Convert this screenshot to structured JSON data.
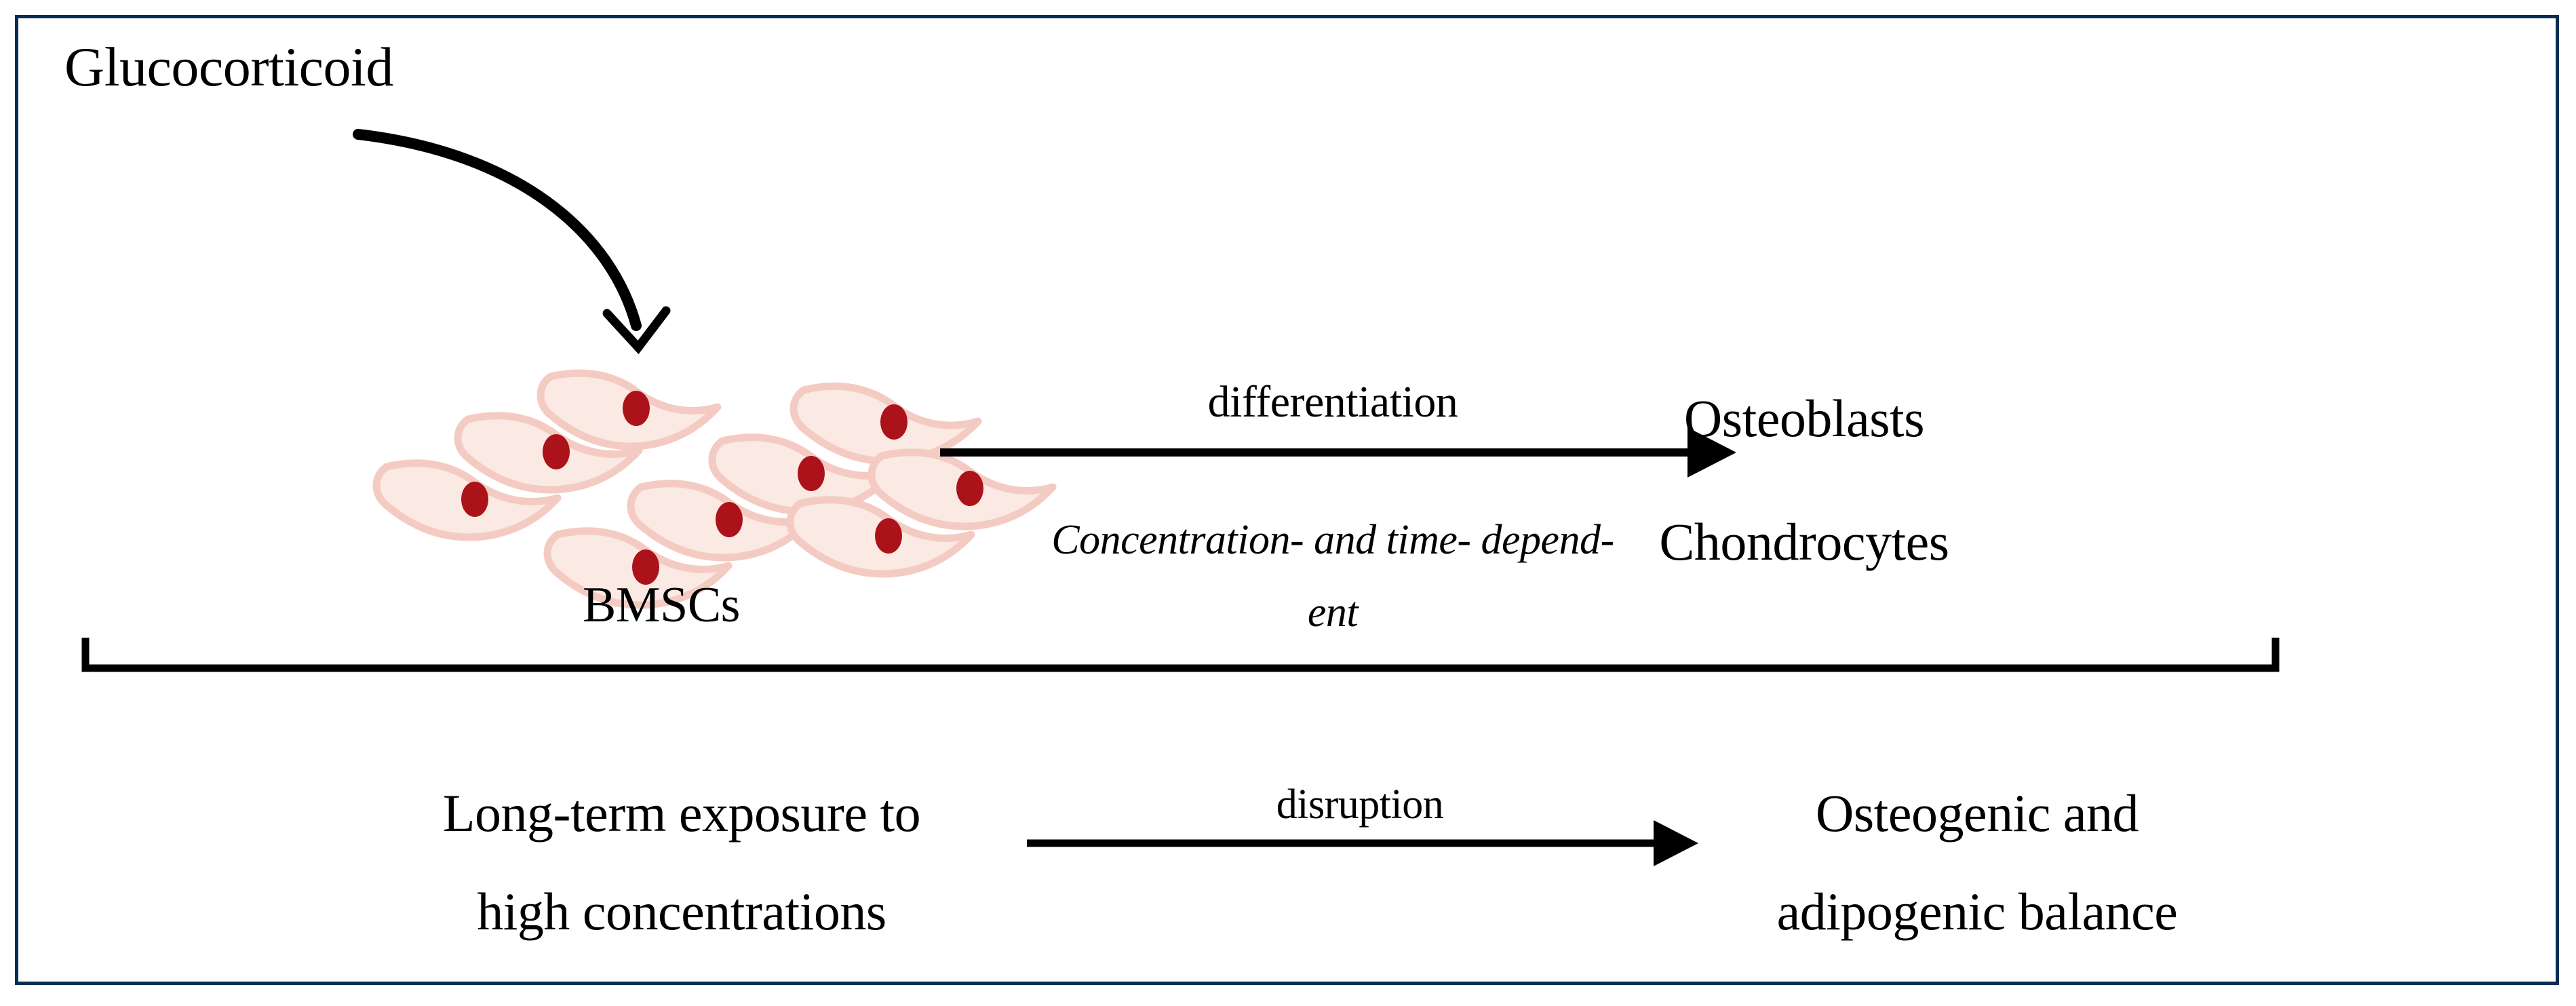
{
  "figure": {
    "type": "pathway-diagram",
    "title_text": "Glucocorticoid",
    "border_color": "#0a2d52",
    "background_color": "#ffffff"
  },
  "top_pathway": {
    "stimulus_label": "Glucocorticoid",
    "source_label": "BMSCs",
    "arrow_above_label": "differentiation",
    "arrow_below_label_line1": "Concentration- and time- depend-",
    "arrow_below_label_line2": "ent",
    "outcome_line1": "Osteoblasts",
    "outcome_line2": "Chondrocytes"
  },
  "bottom_pathway": {
    "condition_line1": "Long-term exposure to",
    "condition_line2": "high concentrations",
    "arrow_label": "disruption",
    "outcome_line1": "Osteogenic and",
    "outcome_line2": "adipogenic balance"
  },
  "cells": {
    "semantic_name": "bmsc-cell-cluster",
    "count": 9,
    "cell_fill_color": "#fbe9e3",
    "cell_outline_color": "#f4cbc2",
    "nucleus_color": "#ab1219"
  },
  "connectors": {
    "curved_arrow_name": "glucocorticoid-to-bmscs-arrow",
    "differentiation_arrow_name": "differentiation-arrow",
    "disruption_arrow_name": "disruption-arrow",
    "bracket_name": "pathway-scope-bracket",
    "line_color": "#000000"
  }
}
